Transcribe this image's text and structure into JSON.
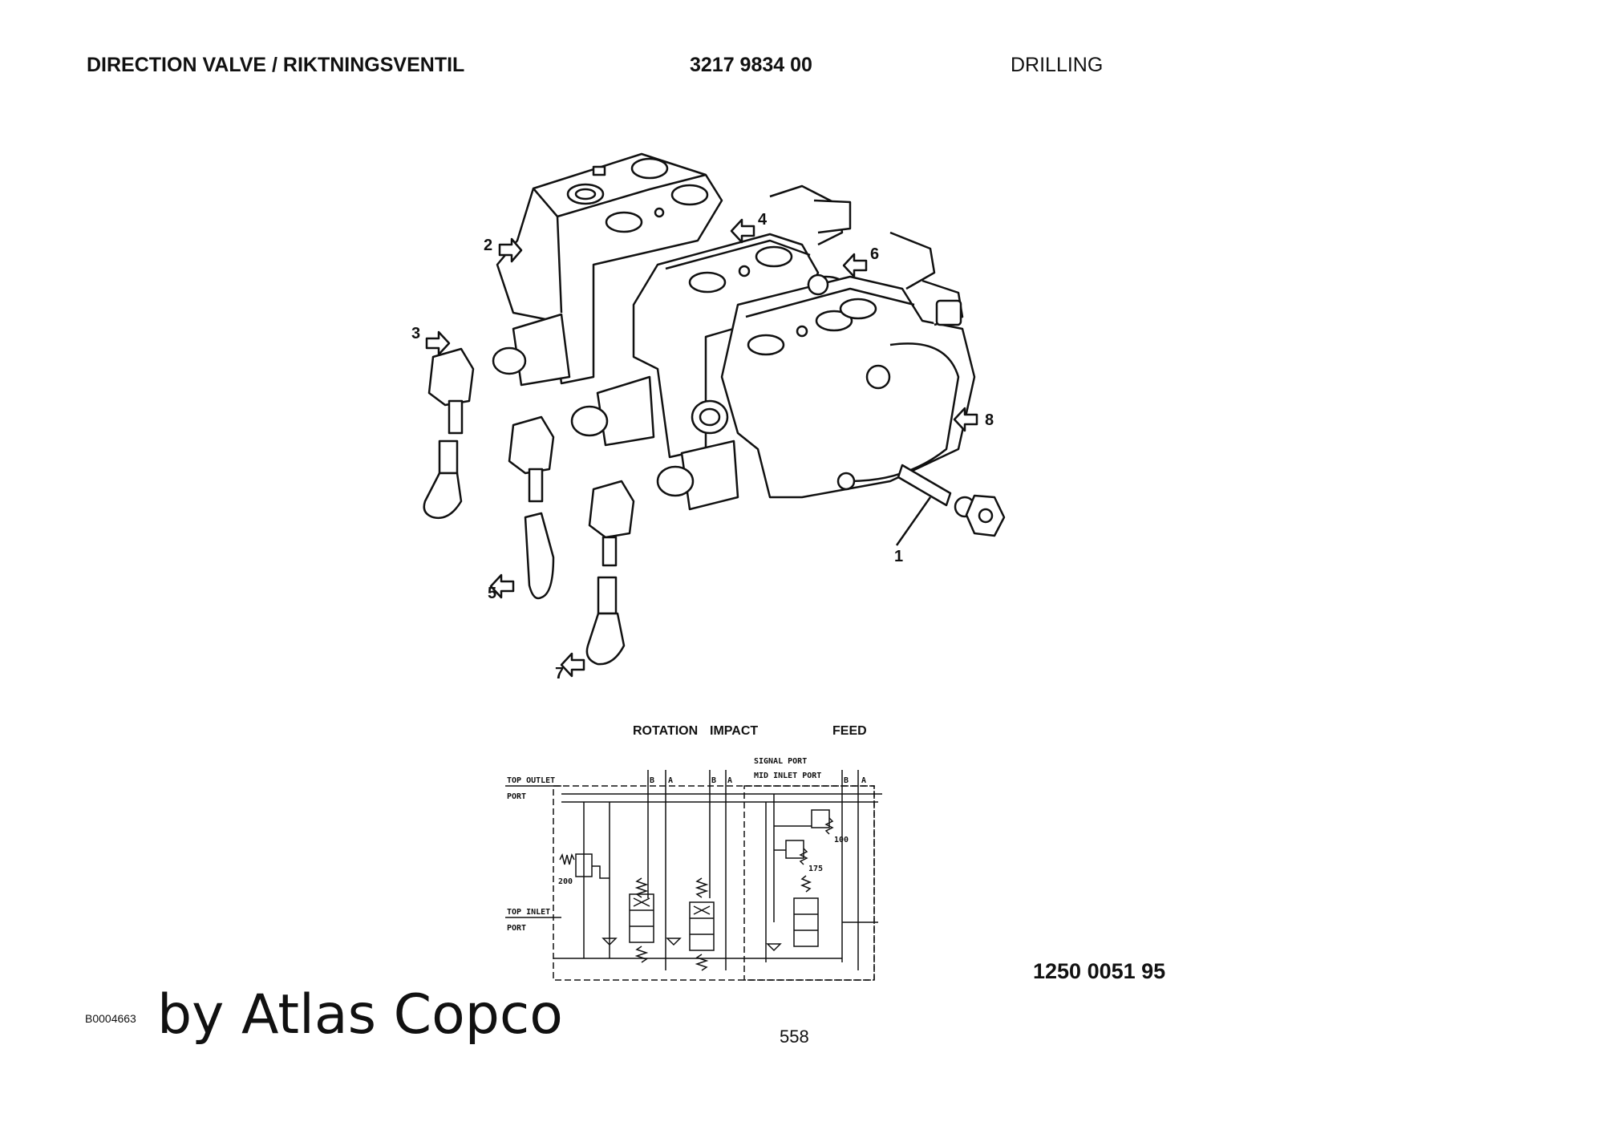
{
  "header": {
    "title": "DIRECTION VALVE / RIKTNINGSVENTIL",
    "part_number": "3217 9834 00",
    "section": "DRILLING"
  },
  "callouts": [
    "1",
    "2",
    "3",
    "4",
    "5",
    "6",
    "7",
    "8"
  ],
  "schematic": {
    "headings": {
      "rotation": "ROTATION",
      "impact": "IMPACT",
      "feed": "FEED"
    },
    "port_labels": {
      "top_outlet": "TOP OUTLET",
      "port_1": "PORT",
      "top_inlet": "TOP INLET",
      "port_2": "PORT",
      "signal_port": "SIGNAL PORT",
      "mid_inlet_port": "MID INLET PORT"
    },
    "section_letters": [
      "B",
      "A",
      "B",
      "A",
      "B",
      "A"
    ],
    "pressure_values": [
      "200",
      "100",
      "175"
    ]
  },
  "footer": {
    "drawing_number": "1250 0051 95",
    "image_id": "B0004663",
    "brand": "by Atlas Copco",
    "page_number": "558"
  }
}
